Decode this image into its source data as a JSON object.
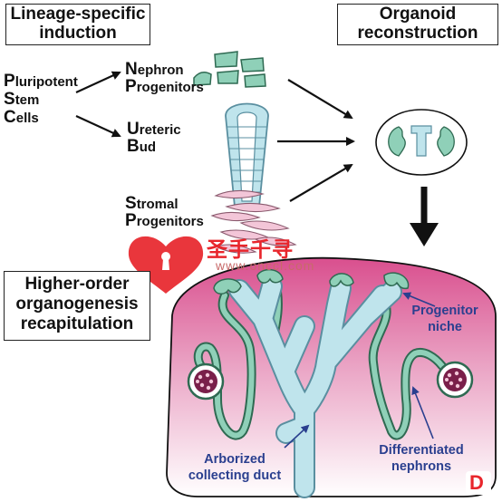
{
  "titles": {
    "lineage": [
      "Lineage-specific",
      "induction"
    ],
    "organoid": [
      "Organoid",
      "reconstruction"
    ],
    "higher_order": [
      "Higher-order",
      "organogenesis",
      "recapitulation"
    ]
  },
  "stem_cells": [
    {
      "initial": "P",
      "rest": "luripotent"
    },
    {
      "initial": "S",
      "rest": "tem"
    },
    {
      "initial": "C",
      "rest": "ells"
    }
  ],
  "nephron_progenitors": [
    {
      "initial": "N",
      "rest": "ephron"
    },
    {
      "initial": "P",
      "rest": "rogenitors"
    }
  ],
  "ureteric_bud": [
    {
      "initial": "U",
      "rest": "reteric"
    },
    {
      "initial": "B",
      "rest": "ud"
    }
  ],
  "stromal_progenitors": [
    {
      "initial": "S",
      "rest": "tromal"
    },
    {
      "initial": "P",
      "rest": "rogenitors"
    }
  ],
  "annotations": {
    "progenitor_niche": [
      "Progenitor",
      "niche"
    ],
    "differentiated_nephrons": [
      "Differentiated",
      "nephrons"
    ],
    "collecting_duct": [
      "Arborized",
      "collecting duct"
    ]
  },
  "watermark": {
    "brand": "圣手千寻",
    "url": "www.onccl.com",
    "corner_logo": "D"
  },
  "colors": {
    "nephron_green": "#8fd0b8",
    "nephron_outline": "#2f6a52",
    "duct_blue": "#bfe4ec",
    "duct_outline": "#5a8fa0",
    "stromal_pink": "#f3c6d8",
    "organ_pink_top": "#d94f8e",
    "organ_pink_bottom": "#ffffff",
    "label_blue": "#2a3f8f",
    "watermark_red": "#e8262c"
  }
}
